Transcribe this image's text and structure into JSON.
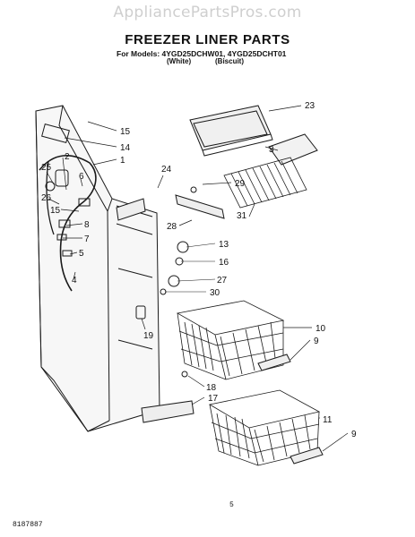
{
  "watermark": "AppliancePartsPros.com",
  "title": "FREEZER LINER PARTS",
  "models_line": "For Models: 4YGD25DCHW01, 4YGD25DCHT01",
  "variant_white": "(White)",
  "variant_biscuit": "(Biscuit)",
  "page_number": "5",
  "doc_number": "8187887",
  "callouts": [
    "23",
    "15",
    "14",
    "1",
    "3",
    "24",
    "29",
    "6",
    "25",
    "2",
    "26",
    "15",
    "8",
    "7",
    "5",
    "4",
    "31",
    "28",
    "13",
    "16",
    "27",
    "30",
    "19",
    "10",
    "9",
    "18",
    "17",
    "11",
    "9"
  ],
  "colors": {
    "line": "#1a1a1a",
    "paper": "#ffffff",
    "watermark": "#cfcfcf"
  }
}
